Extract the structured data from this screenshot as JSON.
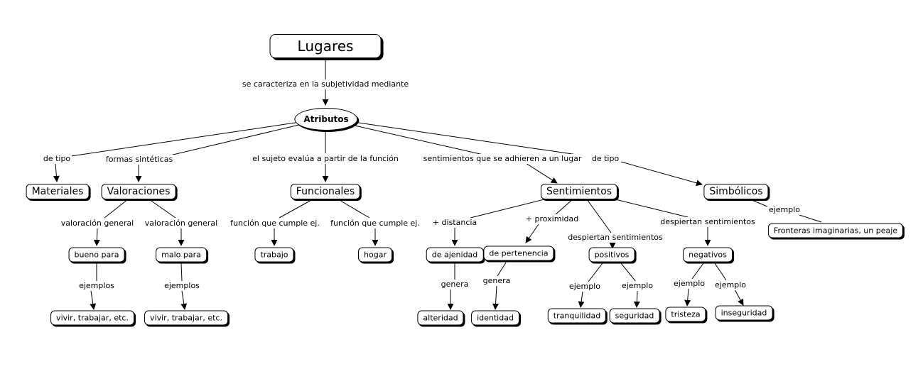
{
  "nodes": {
    "lugares": "Lugares",
    "atributos": "Atributos",
    "materiales": "Materiales",
    "valoraciones": "Valoraciones",
    "funcionales": "Funcionales",
    "sentimientos": "Sentimientos",
    "simbolicos": "Simbólicos",
    "bueno_para": "bueno para",
    "malo_para": "malo para",
    "vivir1": "vivir, trabajar, etc.",
    "vivir2": "vivir, trabajar, etc.",
    "trabajo": "trabajo",
    "hogar": "hogar",
    "ajenidad": "de ajenidad",
    "pertenencia": "de pertenencia",
    "positivos": "positivos",
    "negativos": "negativos",
    "alteridad": "alteridad",
    "identidad": "identidad",
    "tranquilidad": "tranquilidad",
    "seguridad": "seguridad",
    "tristeza": "tristeza",
    "inseguridad": "inseguridad",
    "fronteras": "Fronteras imaginarias, un peaje"
  },
  "links": {
    "caracteriza": "se caracteriza en la subjetividad mediante",
    "de_tipo_1": "de tipo",
    "formas": "formas sintéticas",
    "sujeto": "el sujeto evalúa a partir de la función",
    "adhieren": "sentimientos que se adhieren a un lugar",
    "de_tipo_2": "de tipo",
    "val_gen_1": "valoración general",
    "val_gen_2": "valoración general",
    "funcion_1": "función que cumple ej.",
    "funcion_2": "función que cumple ej.",
    "mas_distancia": "+ distancia",
    "mas_proximidad": "+ proximidad",
    "desp_1": "despiertan sentimientos",
    "desp_2": "despiertan sentimientos",
    "ejemplo_simb": "ejemplo",
    "ejemplos_1": "ejemplos",
    "ejemplos_2": "ejemplos",
    "genera_1": "genera",
    "genera_2": "genera",
    "ejemplo_p1": "ejemplo",
    "ejemplo_p2": "ejemplo",
    "ejemplo_n1": "ejemplo",
    "ejemplo_n2": "ejemplo"
  }
}
